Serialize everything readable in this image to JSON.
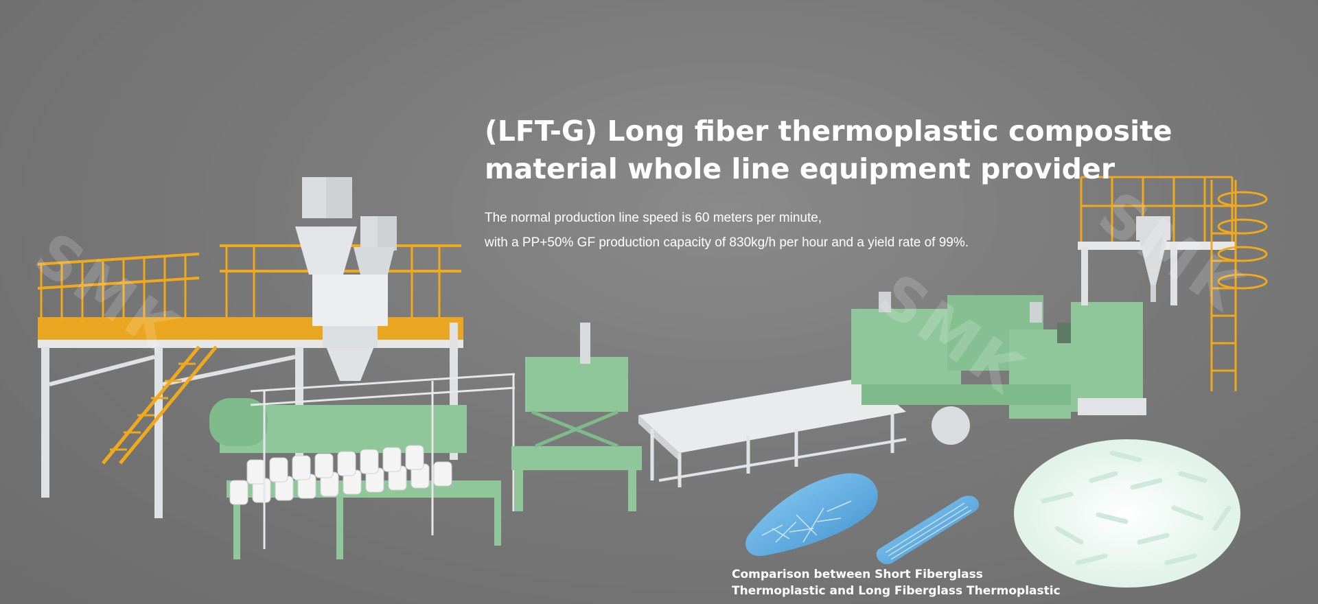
{
  "hero": {
    "title_line1": "(LFT-G) Long fiber thermoplastic composite",
    "title_line2": "material whole line equipment provider",
    "subtitle_line1": "The normal production line speed is 60 meters per minute,",
    "subtitle_line2": "with a PP+50% GF production capacity of 830kg/h per hour and a yield rate of 99%."
  },
  "caption": {
    "line1": "Comparison between Short Fiberglass",
    "line2": "Thermoplastic and Long Fiberglass Thermoplastic"
  },
  "watermark": {
    "text": "SMK"
  },
  "colors": {
    "background": "#7a7a7a",
    "railing": "#f0a91b",
    "machine_green": "#8fc79a",
    "steel": "#d9dcdf",
    "pellet_bg": "#ffffff",
    "pellet_tint": "#bfe4d4",
    "blue_chip": "#5aa9de"
  }
}
